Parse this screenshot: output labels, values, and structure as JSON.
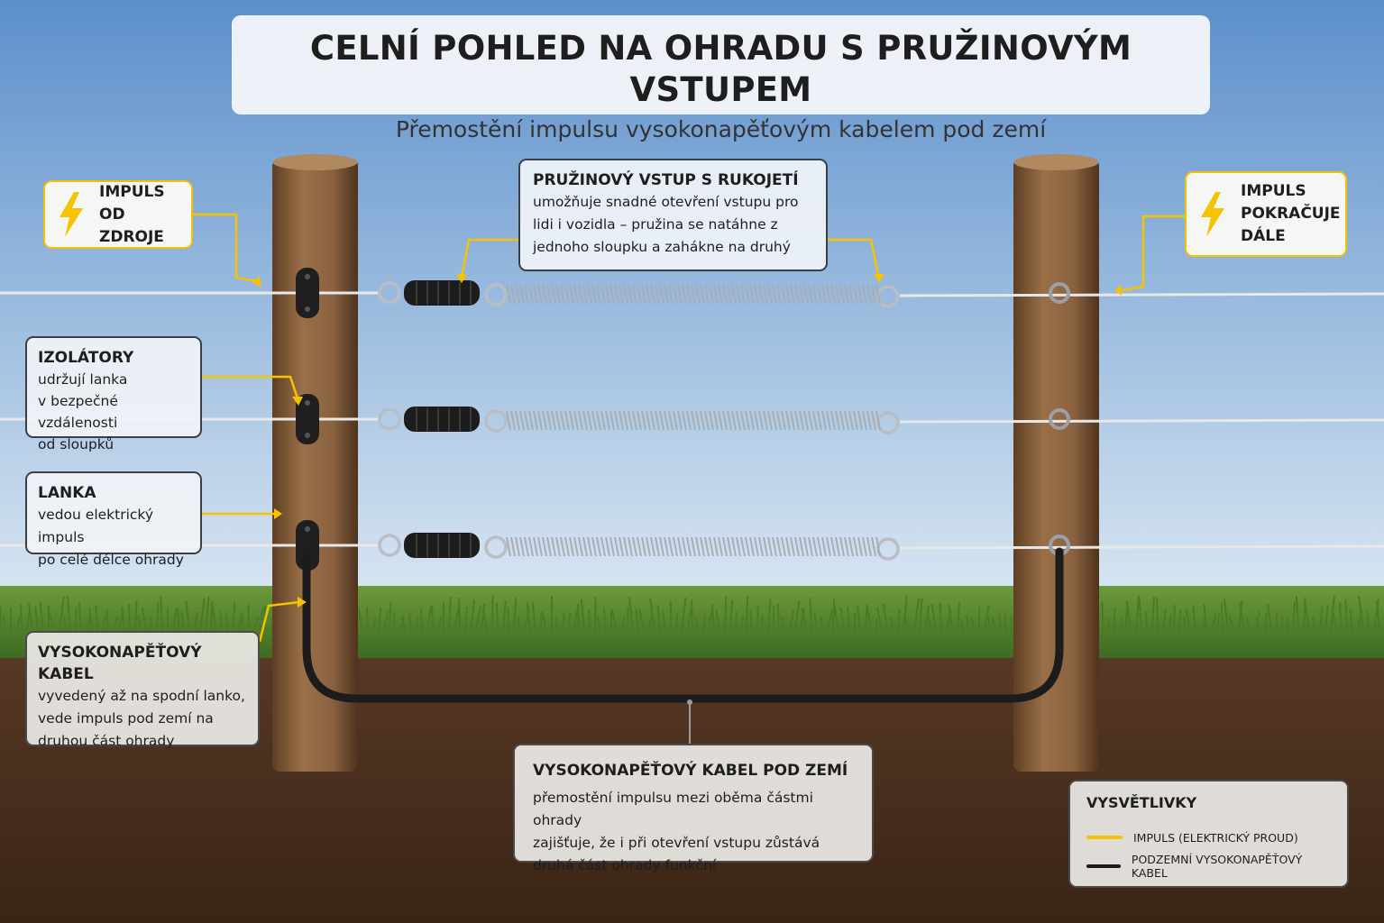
{
  "title": "CELNÍ POHLED NA OHRADU S PRUŽINOVÝM VSTUPEM",
  "subtitle": "Přemostění impulsu vysokonapěťovým kabelem pod zemí",
  "labels": {
    "impulse_source": "IMPULS\nOD ZDROJE",
    "impulse_continues": "IMPULS\nPOKRAČUJE\nDÁLE",
    "spring_gate": {
      "title": "PRUŽINOVÝ VSTUP S RUKOJETÍ",
      "text": "umožňuje snadné otevření vstupu pro\nlidi i vozidla – pružina se natáhne z\njednoho sloupku a zahákne na druhý"
    },
    "insulators": {
      "title": "IZOLÁTORY",
      "text": "udržují lanka\nv bezpečné vzdálenosti\nod sloupků"
    },
    "wires": {
      "title": "LANKA",
      "text": "vedou elektrický impuls\npo celé délce ohrady"
    },
    "hv_cable": {
      "title": "VYSOKONAPĚŤOVÝ KABEL",
      "text": "vyvedený až na spodní lanko,\nvede impuls pod zemí na\ndruhou část ohrady"
    },
    "hv_cable_underground": {
      "title": "VYSOKONAPĚŤOVÝ KABEL POD ZEMÍ",
      "text": "přemostění impulsu mezi oběma částmi ohrady\nzajišťuje, že i při otevření vstupu zůstává\ndruhá část ohrady funkční"
    }
  },
  "legend": {
    "title": "VYSVĚTLIVKY",
    "items": [
      {
        "label": "IMPULS (ELEKTRICKÝ PROUD)",
        "color": "#f5c400"
      },
      {
        "label": "PODZEMNÍ VYSOKONAPĚŤOVÝ KABEL",
        "color": "#1c1c1c"
      }
    ]
  },
  "colors": {
    "impulse": "#f5c400",
    "cable": "#1c1c1c",
    "sky_top": "#5b8fcb",
    "sky_bottom": "#dbe8f3",
    "grass": "#4f7d2a",
    "soil": "#4a2e1e",
    "post": "#7a5535"
  },
  "icons": [
    "lightning-icon",
    "lightning-icon"
  ]
}
